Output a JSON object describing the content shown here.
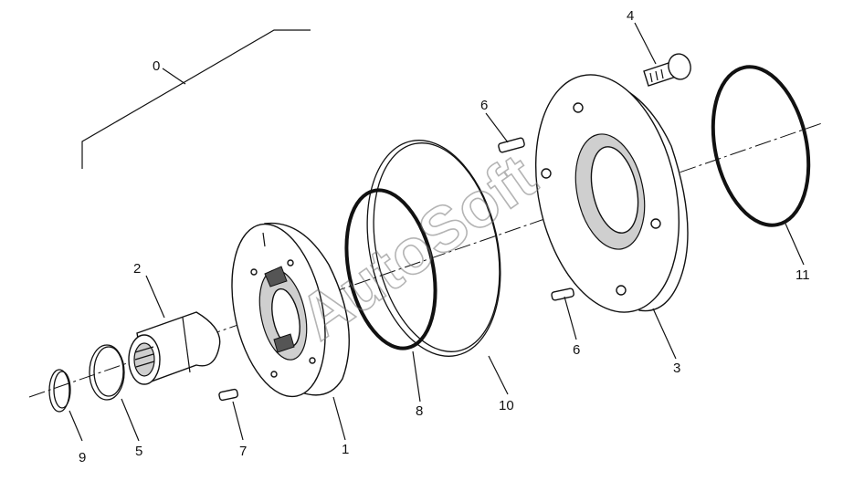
{
  "watermark": "AutoSoft",
  "callouts": [
    {
      "id": "0",
      "text": "0"
    },
    {
      "id": "1",
      "text": "1"
    },
    {
      "id": "2",
      "text": "2"
    },
    {
      "id": "3",
      "text": "3"
    },
    {
      "id": "4",
      "text": "4"
    },
    {
      "id": "5",
      "text": "5"
    },
    {
      "id": "6a",
      "text": "6"
    },
    {
      "id": "6b",
      "text": "6"
    },
    {
      "id": "7",
      "text": "7"
    },
    {
      "id": "8",
      "text": "8"
    },
    {
      "id": "9",
      "text": "9"
    },
    {
      "id": "10",
      "text": "10"
    },
    {
      "id": "11",
      "text": "11"
    }
  ]
}
